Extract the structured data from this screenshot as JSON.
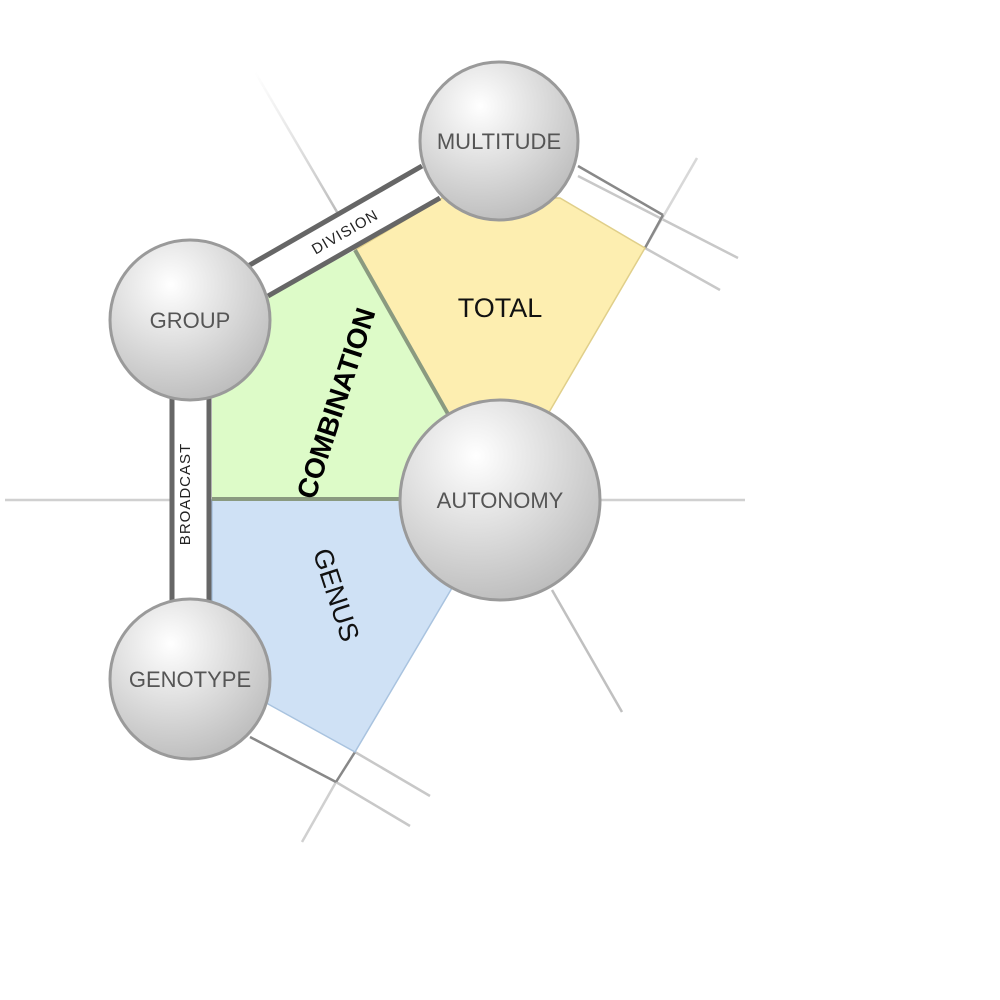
{
  "diagram": {
    "colors": {
      "total_fill": "#fdeeb0",
      "combination_fill": "#ddfbc8",
      "genus_fill": "#cfe1f5",
      "node_highlight": "#ffffff",
      "node_shadow": "#bdbdbd",
      "node_stroke": "#9a9a9a",
      "edge_stroke": "#666666",
      "grid_line": "#cfcfcf"
    },
    "nodes": {
      "multitude": "MULTITUDE",
      "group": "GROUP",
      "autonomy": "AUTONOMY",
      "genotype": "GENOTYPE"
    },
    "edges": {
      "division": "DIVISION",
      "broadcast": "BROADCAST"
    },
    "regions": {
      "total": "TOTAL",
      "combination": "COMBINATION",
      "genus": "GENUS"
    }
  }
}
